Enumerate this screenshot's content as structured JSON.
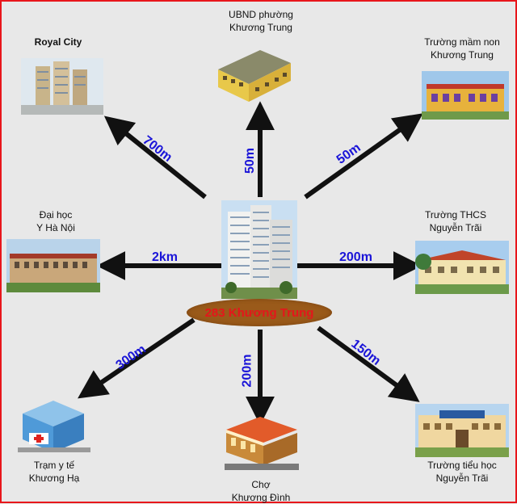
{
  "center": {
    "name": "283 Khương Trung"
  },
  "destinations": {
    "royal_city": {
      "label": "Royal City",
      "distance": "700m"
    },
    "ubnd": {
      "label_line1": "UBND phường",
      "label_line2": "Khương Trung",
      "distance": "50m"
    },
    "mam_non": {
      "label_line1": "Trường mầm non",
      "label_line2": "Khương Trung",
      "distance": "50m"
    },
    "dai_hoc": {
      "label_line1": "Đại học",
      "label_line2": "Y Hà Nội",
      "distance": "2km"
    },
    "thcs": {
      "label_line1": "Trường  THCS",
      "label_line2": "Nguyễn Trãi",
      "distance": "200m"
    },
    "tram_y_te": {
      "label_line1": "Trạm y tế",
      "label_line2": "Khương Hạ",
      "distance": "300m"
    },
    "cho": {
      "label_line1": "Chợ",
      "label_line2": "Khương Đình",
      "distance": "200m"
    },
    "tieu_hoc": {
      "label_line1": "Trường  tiểu học",
      "label_line2": "Nguyễn Trãi",
      "distance": "150m"
    }
  },
  "colors": {
    "arrow": "#111111",
    "distance_text": "#1a14d8",
    "center_text": "#e4161b",
    "center_badge": "#9a5a1a",
    "frame": "#e8161b"
  }
}
